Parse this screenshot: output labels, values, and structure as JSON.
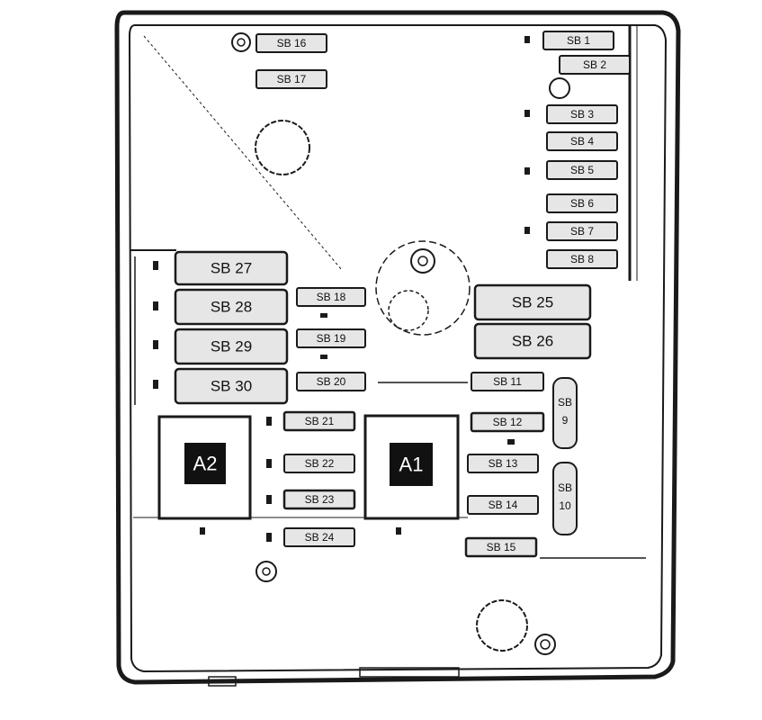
{
  "colors": {
    "outline": "#1a1a1a",
    "fuse_fill": "#e6e6e6",
    "relay_fill": "#111111",
    "relay_text": "#ffffff",
    "background": "#ffffff"
  },
  "fuses": {
    "sb1": "SB 1",
    "sb2": "SB 2",
    "sb3": "SB 3",
    "sb4": "SB 4",
    "sb5": "SB 5",
    "sb6": "SB 6",
    "sb7": "SB 7",
    "sb8": "SB 8",
    "sb9_line1": "SB",
    "sb9_line2": "9",
    "sb10_line1": "SB",
    "sb10_line2": "10",
    "sb11": "SB 11",
    "sb12": "SB 12",
    "sb13": "SB 13",
    "sb14": "SB 14",
    "sb15": "SB 15",
    "sb16": "SB 16",
    "sb17": "SB 17",
    "sb18": "SB 18",
    "sb19": "SB 19",
    "sb20": "SB 20",
    "sb21": "SB 21",
    "sb22": "SB 22",
    "sb23": "SB 23",
    "sb24": "SB 24",
    "sb25": "SB 25",
    "sb26": "SB 26",
    "sb27": "SB 27",
    "sb28": "SB 28",
    "sb29": "SB 29",
    "sb30": "SB 30"
  },
  "relays": {
    "a1": "A1",
    "a2": "A2"
  }
}
